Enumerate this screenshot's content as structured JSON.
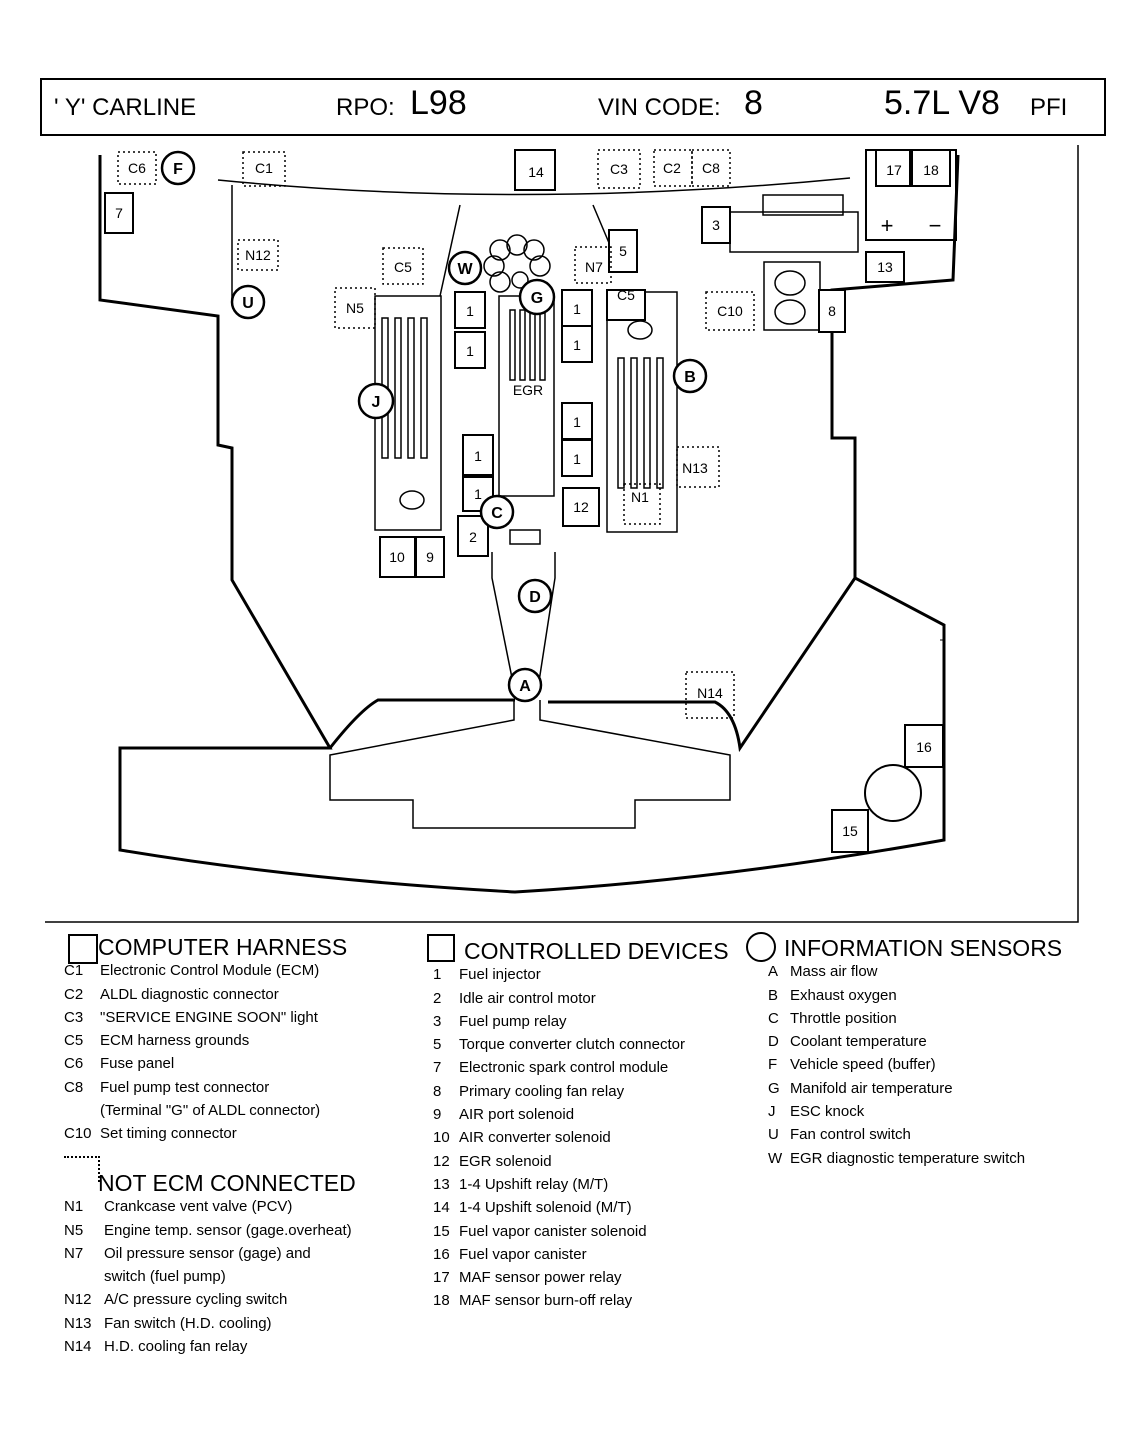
{
  "header": {
    "carline": "' Y' CARLINE",
    "rpo_label": "RPO:",
    "rpo_value": "L98",
    "vin_label": "VIN CODE:",
    "vin_value": "8",
    "engine": "5.7L  V8",
    "engine_suffix": "PFI"
  },
  "diagram": {
    "labels": {
      "c6": "C6",
      "c1": "C1",
      "c4": "14",
      "c3": "C3",
      "c2": "C2",
      "c8": "C8",
      "r17": "17",
      "r18": "18",
      "r7": "7",
      "r3": "3",
      "r13": "13",
      "r8": "8",
      "r5": "5",
      "c5a": "C5",
      "c5b": "C5",
      "c10": "C10",
      "n12": "N12",
      "n5": "N5",
      "n7": "N7",
      "n13": "N13",
      "n1": "N1",
      "n14": "N14",
      "egr": "EGR",
      "r1": "1",
      "r2": "2",
      "r9": "9",
      "r10": "10",
      "r12": "12",
      "r15": "15",
      "r16": "16",
      "plus": "+",
      "minus": "−",
      "sF": "F",
      "sU": "U",
      "sW": "W",
      "sG": "G",
      "sB": "B",
      "sJ": "J",
      "sC": "C",
      "sD": "D",
      "sA": "A"
    }
  },
  "legend": {
    "computer_harness": {
      "title": "COMPUTER HARNESS",
      "items": [
        {
          "code": "C1",
          "text": "Electronic Control Module (ECM)"
        },
        {
          "code": "C2",
          "text": "ALDL diagnostic connector"
        },
        {
          "code": "C3",
          "text": "\"SERVICE ENGINE SOON\" light"
        },
        {
          "code": "C5",
          "text": "ECM harness grounds"
        },
        {
          "code": "C6",
          "text": "Fuse panel"
        },
        {
          "code": "C8",
          "text": "Fuel pump test connector"
        },
        {
          "code": "",
          "text": "(Terminal \"G\" of ALDL connector)"
        },
        {
          "code": "C10",
          "text": "Set timing connector"
        }
      ]
    },
    "not_ecm": {
      "title": "NOT ECM CONNECTED",
      "items": [
        {
          "code": "N1",
          "text": "Crankcase vent valve (PCV)"
        },
        {
          "code": "N5",
          "text": "Engine temp. sensor (gage.overheat)"
        },
        {
          "code": "N7",
          "text": "Oil pressure sensor (gage) and"
        },
        {
          "code": "",
          "text": "switch (fuel pump)"
        },
        {
          "code": "N12",
          "text": "A/C pressure cycling switch"
        },
        {
          "code": "N13",
          "text": "Fan switch (H.D. cooling)"
        },
        {
          "code": "N14",
          "text": "H.D. cooling fan relay"
        }
      ]
    },
    "controlled_devices": {
      "title": "CONTROLLED DEVICES",
      "items": [
        {
          "code": "1",
          "text": "Fuel injector"
        },
        {
          "code": "2",
          "text": "Idle air control motor"
        },
        {
          "code": "3",
          "text": "Fuel pump relay"
        },
        {
          "code": "5",
          "text": "Torque converter clutch connector"
        },
        {
          "code": "7",
          "text": "Electronic spark control module"
        },
        {
          "code": "8",
          "text": "Primary cooling fan relay"
        },
        {
          "code": "9",
          "text": "AIR port solenoid"
        },
        {
          "code": "10",
          "text": "AIR converter solenoid"
        },
        {
          "code": "12",
          "text": "EGR solenoid"
        },
        {
          "code": "13",
          "text": "1-4 Upshift relay (M/T)"
        },
        {
          "code": "14",
          "text": "1-4 Upshift solenoid (M/T)"
        },
        {
          "code": "15",
          "text": "Fuel vapor canister solenoid"
        },
        {
          "code": "16",
          "text": "Fuel vapor canister"
        },
        {
          "code": "17",
          "text": "MAF sensor power relay"
        },
        {
          "code": "18",
          "text": "MAF sensor burn-off relay"
        }
      ]
    },
    "information_sensors": {
      "title": "INFORMATION SENSORS",
      "items": [
        {
          "code": "A",
          "text": "Mass air flow"
        },
        {
          "code": "B",
          "text": "Exhaust oxygen"
        },
        {
          "code": "C",
          "text": "Throttle position"
        },
        {
          "code": "D",
          "text": "Coolant temperature"
        },
        {
          "code": "F",
          "text": "Vehicle speed (buffer)"
        },
        {
          "code": "G",
          "text": "Manifold air temperature"
        },
        {
          "code": "J",
          "text": "ESC knock"
        },
        {
          "code": "U",
          "text": "Fan control switch"
        },
        {
          "code": "W",
          "text": "EGR diagnostic temperature switch"
        }
      ]
    }
  }
}
